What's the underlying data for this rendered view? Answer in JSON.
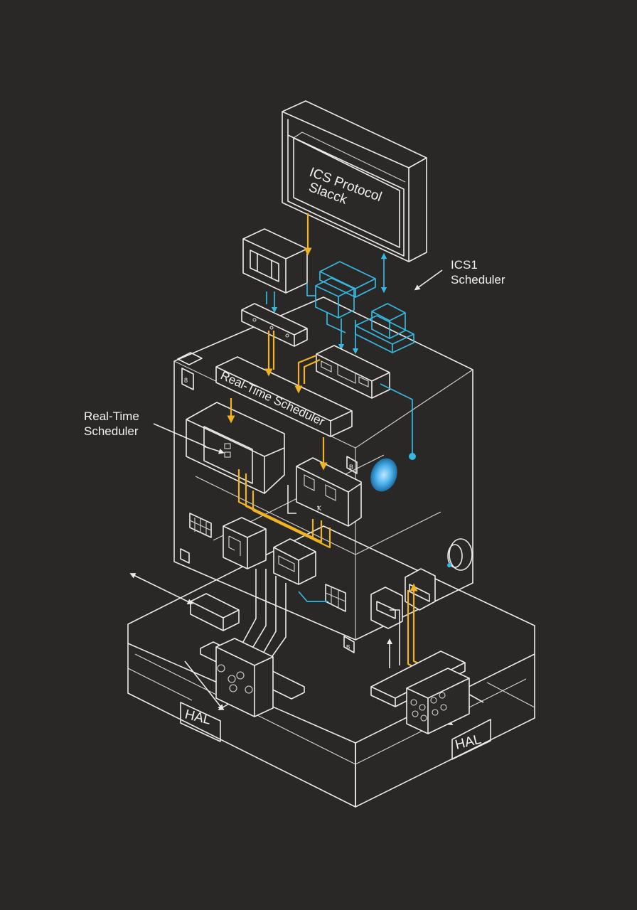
{
  "diagram": {
    "labels": {
      "protocol_stack": [
        "ICS Protocol",
        "Slacck"
      ],
      "ics_scheduler": [
        "ICS1",
        "Scheduler"
      ],
      "rt_scheduler_callout": [
        "Real-Time",
        "Scheduler"
      ],
      "rt_scheduler_box": "Real-Time Scheduler",
      "hal_left": "HAL",
      "hal_right": "HAL"
    },
    "colors": {
      "background": "#2a2727",
      "line": "#ecebe8",
      "cyan": "#35b9e0",
      "yellow": "#f0b323",
      "lens": "#4fb3ec"
    }
  }
}
